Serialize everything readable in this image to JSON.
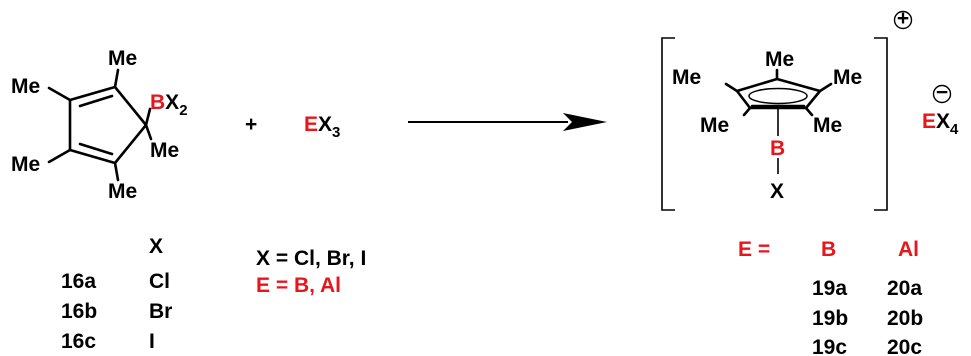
{
  "colors": {
    "black": "#000000",
    "red": "#e8151b"
  },
  "reactant": {
    "methyls": [
      "Me",
      "Me",
      "Me",
      "Me",
      "Me"
    ],
    "boron_group": {
      "element": "B",
      "halide": "X",
      "subscript": "2"
    }
  },
  "plus_sign": "+",
  "reagent": {
    "element": "E",
    "halide": "X",
    "subscript": "3"
  },
  "product": {
    "methyls": [
      "Me",
      "Me",
      "Me",
      "Me",
      "Me"
    ],
    "boron": "B",
    "halide": "X",
    "cation_charge": "+",
    "anion": {
      "element": "E",
      "halide": "X",
      "subscript": "4"
    },
    "anion_charge": "−"
  },
  "reactant_table": {
    "header": "X",
    "rows": [
      {
        "label": "16a",
        "value": "Cl"
      },
      {
        "label": "16b",
        "value": "Br"
      },
      {
        "label": "16c",
        "value": "I"
      }
    ]
  },
  "conditions": {
    "line1": "X = Cl, Br, I",
    "line2": "E = B, Al"
  },
  "product_table": {
    "header_label": "E =",
    "columns": [
      "B",
      "Al"
    ],
    "rows": [
      [
        "19a",
        "20a"
      ],
      [
        "19b",
        "20b"
      ],
      [
        "19c",
        "20c"
      ]
    ]
  }
}
